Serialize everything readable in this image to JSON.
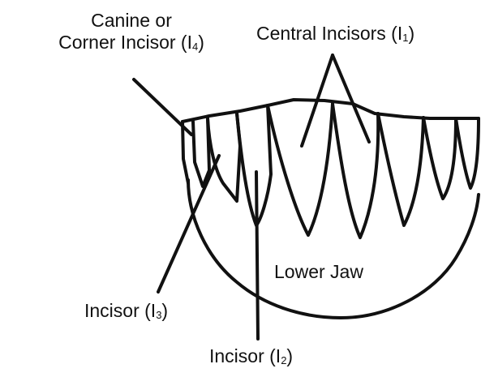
{
  "labels": {
    "canine_line1": "Canine or",
    "canine_line2_prefix": "Corner Incisor (I",
    "canine_sub": "4",
    "canine_suffix": ")",
    "central_prefix": "Central Incisors (I",
    "central_sub": "1",
    "central_suffix": ")",
    "i3_prefix": "Incisor (I",
    "i3_sub": "3",
    "i3_suffix": ")",
    "i2_prefix": "Incisor (I",
    "i2_sub": "2",
    "i2_suffix": ")",
    "jaw": "Lower Jaw"
  },
  "colors": {
    "ink": "#111111",
    "background": "#ffffff"
  }
}
